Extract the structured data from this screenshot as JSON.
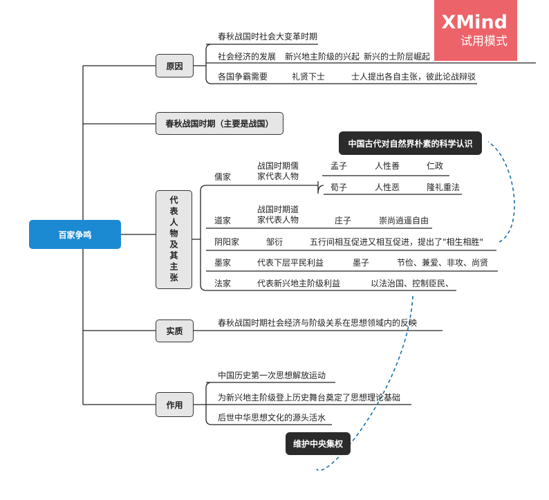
{
  "root": "百家争鸣",
  "watermark": {
    "brand": "XMind",
    "mode": "试用模式",
    "color": "#ec5b62"
  },
  "colors": {
    "root": "#1b8ad3",
    "relation": "#1b6fa8"
  },
  "branches": {
    "cause": {
      "label": "原因",
      "items": [
        "春秋战国时社会大变革时期",
        "社会经济的发展",
        "新兴地主阶级的兴起",
        "新兴的士阶层崛起",
        "各国争霸需要",
        "礼贤下士",
        "士人提出各自主张，彼此论战辩驳"
      ]
    },
    "period": {
      "label": "春秋战国时期（主要是战国）"
    },
    "figures": {
      "label": "代表人物及其主张",
      "ru": {
        "name": "儒家",
        "desc": "战国时期儒家代表人物",
        "rows": [
          [
            "孟子",
            "人性善",
            "仁政"
          ],
          [
            "荀子",
            "人性恶",
            "隆礼重法"
          ]
        ]
      },
      "dao": {
        "name": "道家",
        "desc": "战国时期道家代表人物",
        "person": "庄子",
        "idea": "崇尚逍遥自由"
      },
      "yinyang": {
        "name": "阴阳家",
        "person": "邹衍",
        "idea": "五行间相互促进又相互促进，提出了\"相生相胜\""
      },
      "mo": {
        "name": "墨家",
        "desc": "代表下层平民利益",
        "person": "墨子",
        "idea": "节俭、兼爱、非攻、尚贤"
      },
      "fa": {
        "name": "法家",
        "desc": "代表新兴地主阶级利益",
        "idea": "以法治国、控制臣民、"
      }
    },
    "essence": {
      "label": "实质",
      "text": "春秋战国时期社会经济与阶级关系在思想领域内的反映"
    },
    "effect": {
      "label": "作用",
      "items": [
        "中国历史第一次思想解放运动",
        "为新兴地主阶级登上历史舞台奠定了思想理论基础",
        "后世中华思想文化的源头活水"
      ]
    }
  },
  "callouts": {
    "science": "中国古代对自然界朴素的科学认识",
    "centralization": "维护中央集权"
  }
}
